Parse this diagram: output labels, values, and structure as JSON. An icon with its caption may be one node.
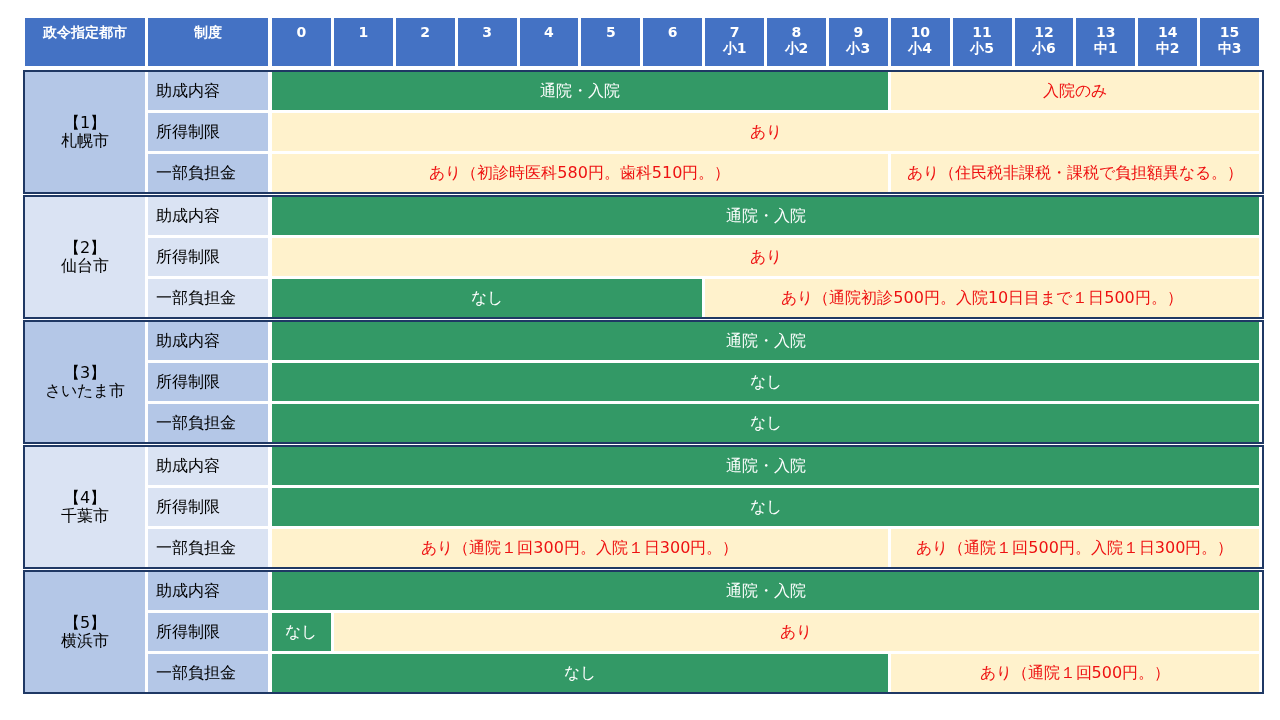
{
  "diagram": {
    "labels": [
      "政令指定都市",
      "制度",
      "0",
      "1",
      "2",
      "3",
      "4",
      "5",
      "6",
      "7 小1",
      "8 小2",
      "9 小3",
      "10 小4",
      "11 小5",
      "12 小6",
      "13 中1",
      "14 中2",
      "15 中3",
      "【1】札幌市",
      "助成内容",
      "通院・入院",
      "入院のみ",
      "所得制限",
      "あり",
      "一部負担金",
      "あり（初診時医科580円。歯科510円。）",
      "あり（住民税非課税・課税で負担額異なる。）",
      "【2】仙台市",
      "助成内容",
      "通院・入院",
      "所得制限",
      "あり",
      "一部負担金",
      "なし",
      "あり（通院初診500円。入院10日目まで１日500円。）",
      "【3】さいたま市",
      "助成内容",
      "通院・入院",
      "所得制限",
      "なし",
      "一部負担金",
      "なし",
      "【4】千葉市",
      "助成内容",
      "通院・入院",
      "所得制限",
      "なし",
      "一部負担金",
      "あり（通院１回300円。入院１日300円。）",
      "あり（通院１回500円。入院１日300円。）",
      "【5】横浜市",
      "助成内容",
      "通院・入院",
      "所得制限",
      "なし",
      "あり",
      "一部負担金",
      "なし",
      "あり（通院１回500円。）"
    ]
  }
}
